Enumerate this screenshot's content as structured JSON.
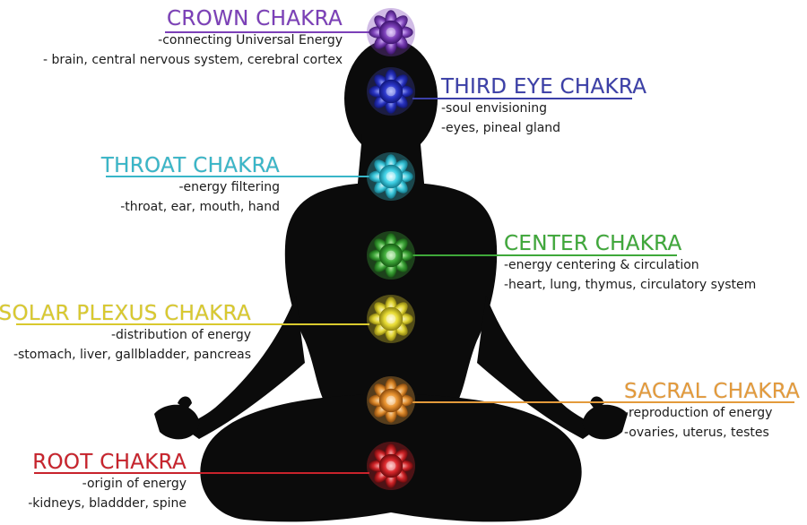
{
  "colors": {
    "crown": "#7b3fb8",
    "third_eye": "#3b3fa8",
    "throat": "#39b6c8",
    "center": "#3fa83a",
    "solar_plexus": "#d9c92e",
    "sacral": "#e39a3b",
    "root": "#c8232c",
    "silhouette": "#0b0b0b"
  },
  "chakras": [
    {
      "key": "crown",
      "title": "CROWN CHAKRA",
      "lines": [
        "-connecting Universal Energy",
        "- brain, central nervous system, cerebral cortex"
      ],
      "icon": "crown-lotus-icon"
    },
    {
      "key": "third_eye",
      "title": "THIRD EYE CHAKRA",
      "lines": [
        "-soul envisioning",
        "-eyes, pineal gland"
      ],
      "icon": "third-eye-lotus-icon"
    },
    {
      "key": "throat",
      "title": "THROAT CHAKRA",
      "lines": [
        "-energy filtering",
        "-throat, ear, mouth, hand"
      ],
      "icon": "throat-lotus-icon"
    },
    {
      "key": "center",
      "title": "CENTER CHAKRA",
      "lines": [
        "-energy centering & circulation",
        "-heart, lung, thymus, circulatory system"
      ],
      "icon": "center-lotus-icon"
    },
    {
      "key": "solar_plexus",
      "title": "SOLAR PLEXUS CHAKRA",
      "lines": [
        "-distribution of energy",
        "-stomach, liver, gallbladder, pancreas"
      ],
      "icon": "solar-plexus-lotus-icon"
    },
    {
      "key": "sacral",
      "title": "SACRAL CHAKRA",
      "lines": [
        "-reproduction of energy",
        "-ovaries, uterus, testes"
      ],
      "icon": "sacral-lotus-icon"
    },
    {
      "key": "root",
      "title": "ROOT CHAKRA",
      "lines": [
        "-origin of energy",
        "-kidneys, bladdder, spine"
      ],
      "icon": "root-lotus-icon"
    }
  ]
}
